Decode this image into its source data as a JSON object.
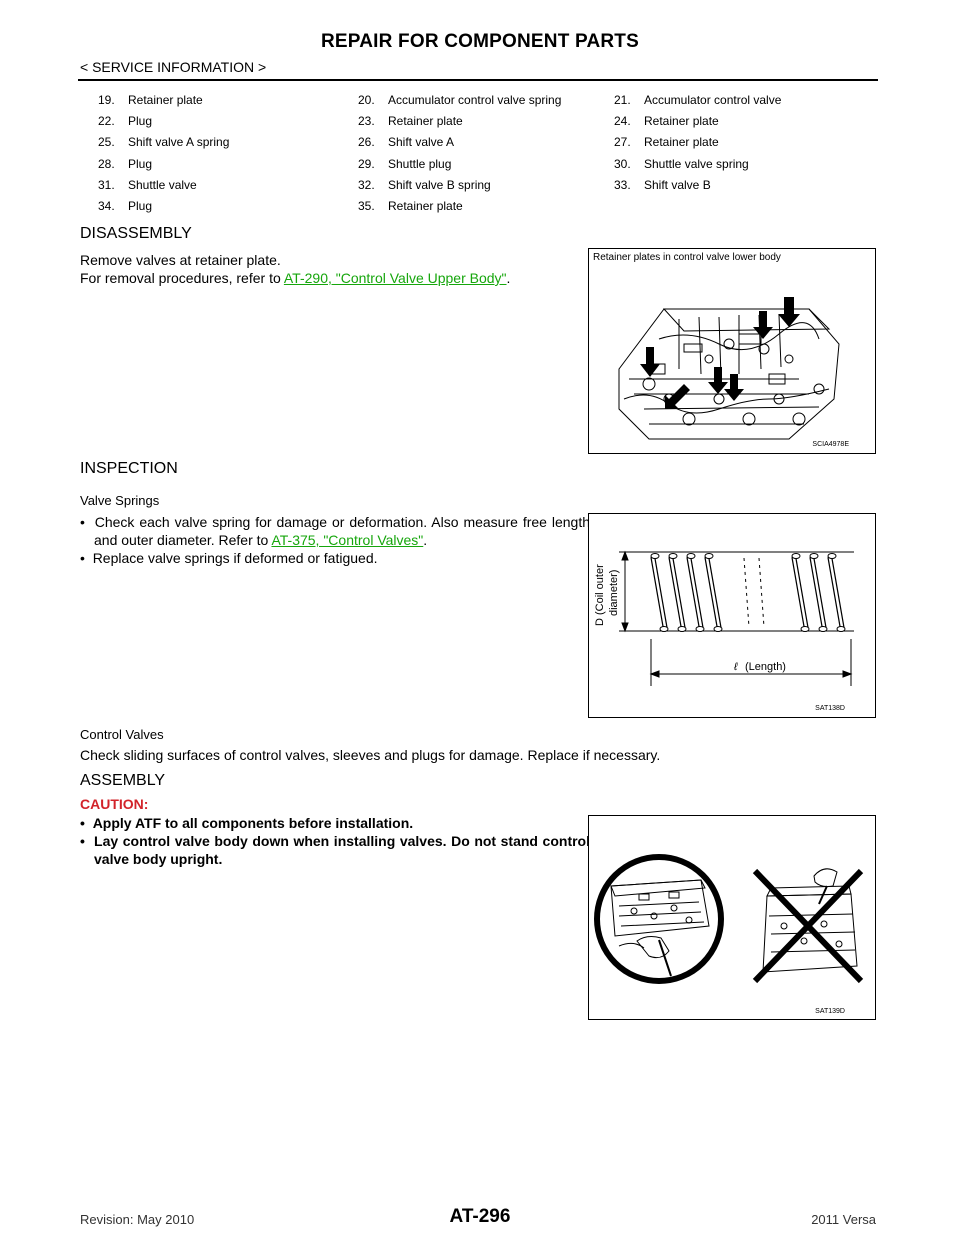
{
  "header": {
    "title": "REPAIR FOR COMPONENT PARTS",
    "subtitle": "< SERVICE INFORMATION >"
  },
  "parts": [
    [
      {
        "num": "19.",
        "label": "Retainer plate"
      },
      {
        "num": "20.",
        "label": "Accumulator control valve spring"
      },
      {
        "num": "21.",
        "label": "Accumulator control valve"
      }
    ],
    [
      {
        "num": "22.",
        "label": "Plug"
      },
      {
        "num": "23.",
        "label": "Retainer plate"
      },
      {
        "num": "24.",
        "label": "Retainer plate"
      }
    ],
    [
      {
        "num": "25.",
        "label": "Shift valve A spring"
      },
      {
        "num": "26.",
        "label": "Shift valve A"
      },
      {
        "num": "27.",
        "label": "Retainer plate"
      }
    ],
    [
      {
        "num": "28.",
        "label": "Plug"
      },
      {
        "num": "29.",
        "label": "Shuttle plug"
      },
      {
        "num": "30.",
        "label": "Shuttle valve spring"
      }
    ],
    [
      {
        "num": "31.",
        "label": "Shuttle valve"
      },
      {
        "num": "32.",
        "label": "Shift valve B spring"
      },
      {
        "num": "33.",
        "label": "Shift valve B"
      }
    ],
    [
      {
        "num": "34.",
        "label": "Plug"
      },
      {
        "num": "35.",
        "label": "Retainer plate"
      },
      {
        "num": "",
        "label": ""
      }
    ]
  ],
  "disassembly": {
    "heading": "DISASSEMBLY",
    "line1": "Remove valves at retainer plate.",
    "line2_prefix": "For removal procedures, refer to ",
    "line2_link": "AT-290, \"Control Valve Upper Body\"",
    "line2_suffix": "."
  },
  "inspection": {
    "heading": "INSPECTION",
    "springs_title": "Valve Springs",
    "bullet1_prefix": "Check each valve spring for damage or deformation. Also measure free length and outer diameter. Refer to ",
    "bullet1_link": "AT-375, \"Control Valves\"",
    "bullet1_suffix": ".",
    "bullet2": "Replace valve springs if deformed or fatigued.",
    "valves_title": "Control Valves",
    "valves_text": "Check sliding surfaces of control valves, sleeves and plugs for damage. Replace if necessary."
  },
  "assembly": {
    "heading": "ASSEMBLY",
    "caution": "CAUTION:",
    "item1": "Apply ATF to all components before installation.",
    "item2": "Lay control valve body down when installing valves. Do not stand control valve body upright."
  },
  "figures": {
    "fig1": {
      "caption": "Retainer plates in control valve lower body",
      "code": "SCIA4978E"
    },
    "fig2": {
      "diameter_label_1": "D (Coil outer",
      "diameter_label_2": "diameter)",
      "length_label": "(Length)",
      "length_symbol": "ℓ",
      "code": "SAT138D"
    },
    "fig3": {
      "code": "SAT139D"
    }
  },
  "footer": {
    "revision": "Revision: May 2010",
    "page": "AT-296",
    "model": "2011 Versa"
  }
}
